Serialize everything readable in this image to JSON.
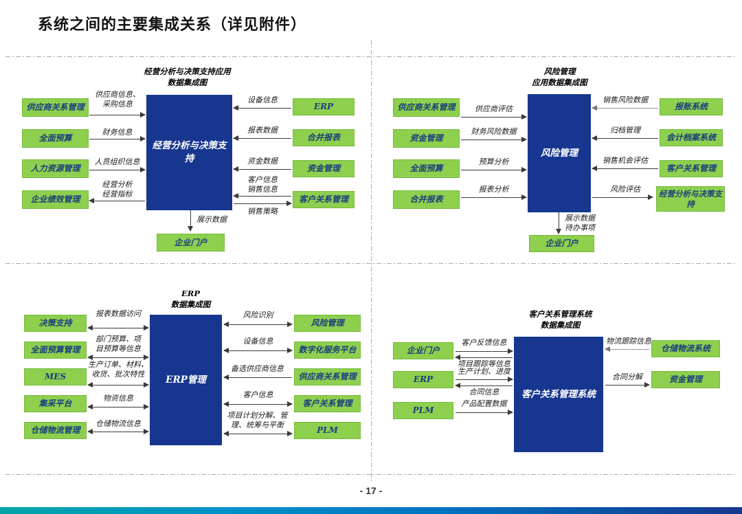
{
  "page": {
    "title": "系统之间的主要集成关系（详见附件）",
    "page_number": "- 17 -"
  },
  "colors": {
    "node_green": "#8ed04e",
    "node_navy": "#16368f",
    "footer_gradient": [
      "#00a5a8",
      "#0072c0",
      "#16388e"
    ]
  },
  "q1": {
    "title": "经营分析与决策支持应用\n数据集成图",
    "center": "经营分析与决策支持",
    "left_nodes": [
      "供应商关系管理",
      "全面预算",
      "人力资源管理",
      "企业绩效管理"
    ],
    "left_flows": [
      "供应商信息、\n采购信息",
      "财务信息",
      "人员组织信息",
      "经营分析\n经营指标"
    ],
    "right_nodes": [
      "ERP",
      "合并报表",
      "资金管理",
      "客户关系管理"
    ],
    "right_flows": [
      "设备信息",
      "报表数据",
      "资金数据",
      "客户信息\n销售信息",
      "销售策略"
    ],
    "bottom_flow": "展示数据",
    "bottom_node": "企业门户"
  },
  "q2": {
    "title": "风险管理\n应用数据集成图",
    "center": "风险管理",
    "left_nodes": [
      "供应商关系管理",
      "资金管理",
      "全面预算",
      "合并报表"
    ],
    "left_flows": [
      "供应商评估",
      "财务风险数据",
      "预算分析",
      "报表分析"
    ],
    "right_nodes": [
      "报账系统",
      "会计档案系统",
      "客户关系管理",
      "经营分析与决策支持"
    ],
    "right_flows": [
      "销售风险数据",
      "归档管理",
      "销售机会评估",
      "风险评估"
    ],
    "bottom_flow": "展示数据\n待办事项",
    "bottom_node": "企业门户"
  },
  "q3": {
    "title": "ERP\n数据集成图",
    "center": "ERP管理",
    "left_nodes": [
      "决策支持",
      "全面预算管理",
      "MES",
      "集采平台",
      "仓储物流管理"
    ],
    "left_flows": [
      "报表数据访问",
      "部门预算、项\n目预算等信息",
      "生产订单、材料、\n收货、批次特性",
      "物资信息",
      "仓储物流信息"
    ],
    "right_nodes": [
      "风险管理",
      "数字化服务平台",
      "供应商关系管理",
      "客户关系管理",
      "PLM"
    ],
    "right_flows": [
      "风险识别",
      "设备信息",
      "备选供应商信息",
      "客户信息",
      "项目计划分解、管\n理、统筹与平衡"
    ]
  },
  "q4": {
    "title": "客户关系管理系统\n数据集成图",
    "center": "客户关系管理系统",
    "left_nodes": [
      "企业门户",
      "ERP",
      "PLM"
    ],
    "left_flows": [
      "客户反馈信息",
      "项目跟踪等信息",
      "生产计划、进度",
      "合同信息",
      "产品配置数据"
    ],
    "right_nodes": [
      "仓储物流系统",
      "资金管理"
    ],
    "right_flows": [
      "物流跟踪信息",
      "合同分解"
    ]
  }
}
